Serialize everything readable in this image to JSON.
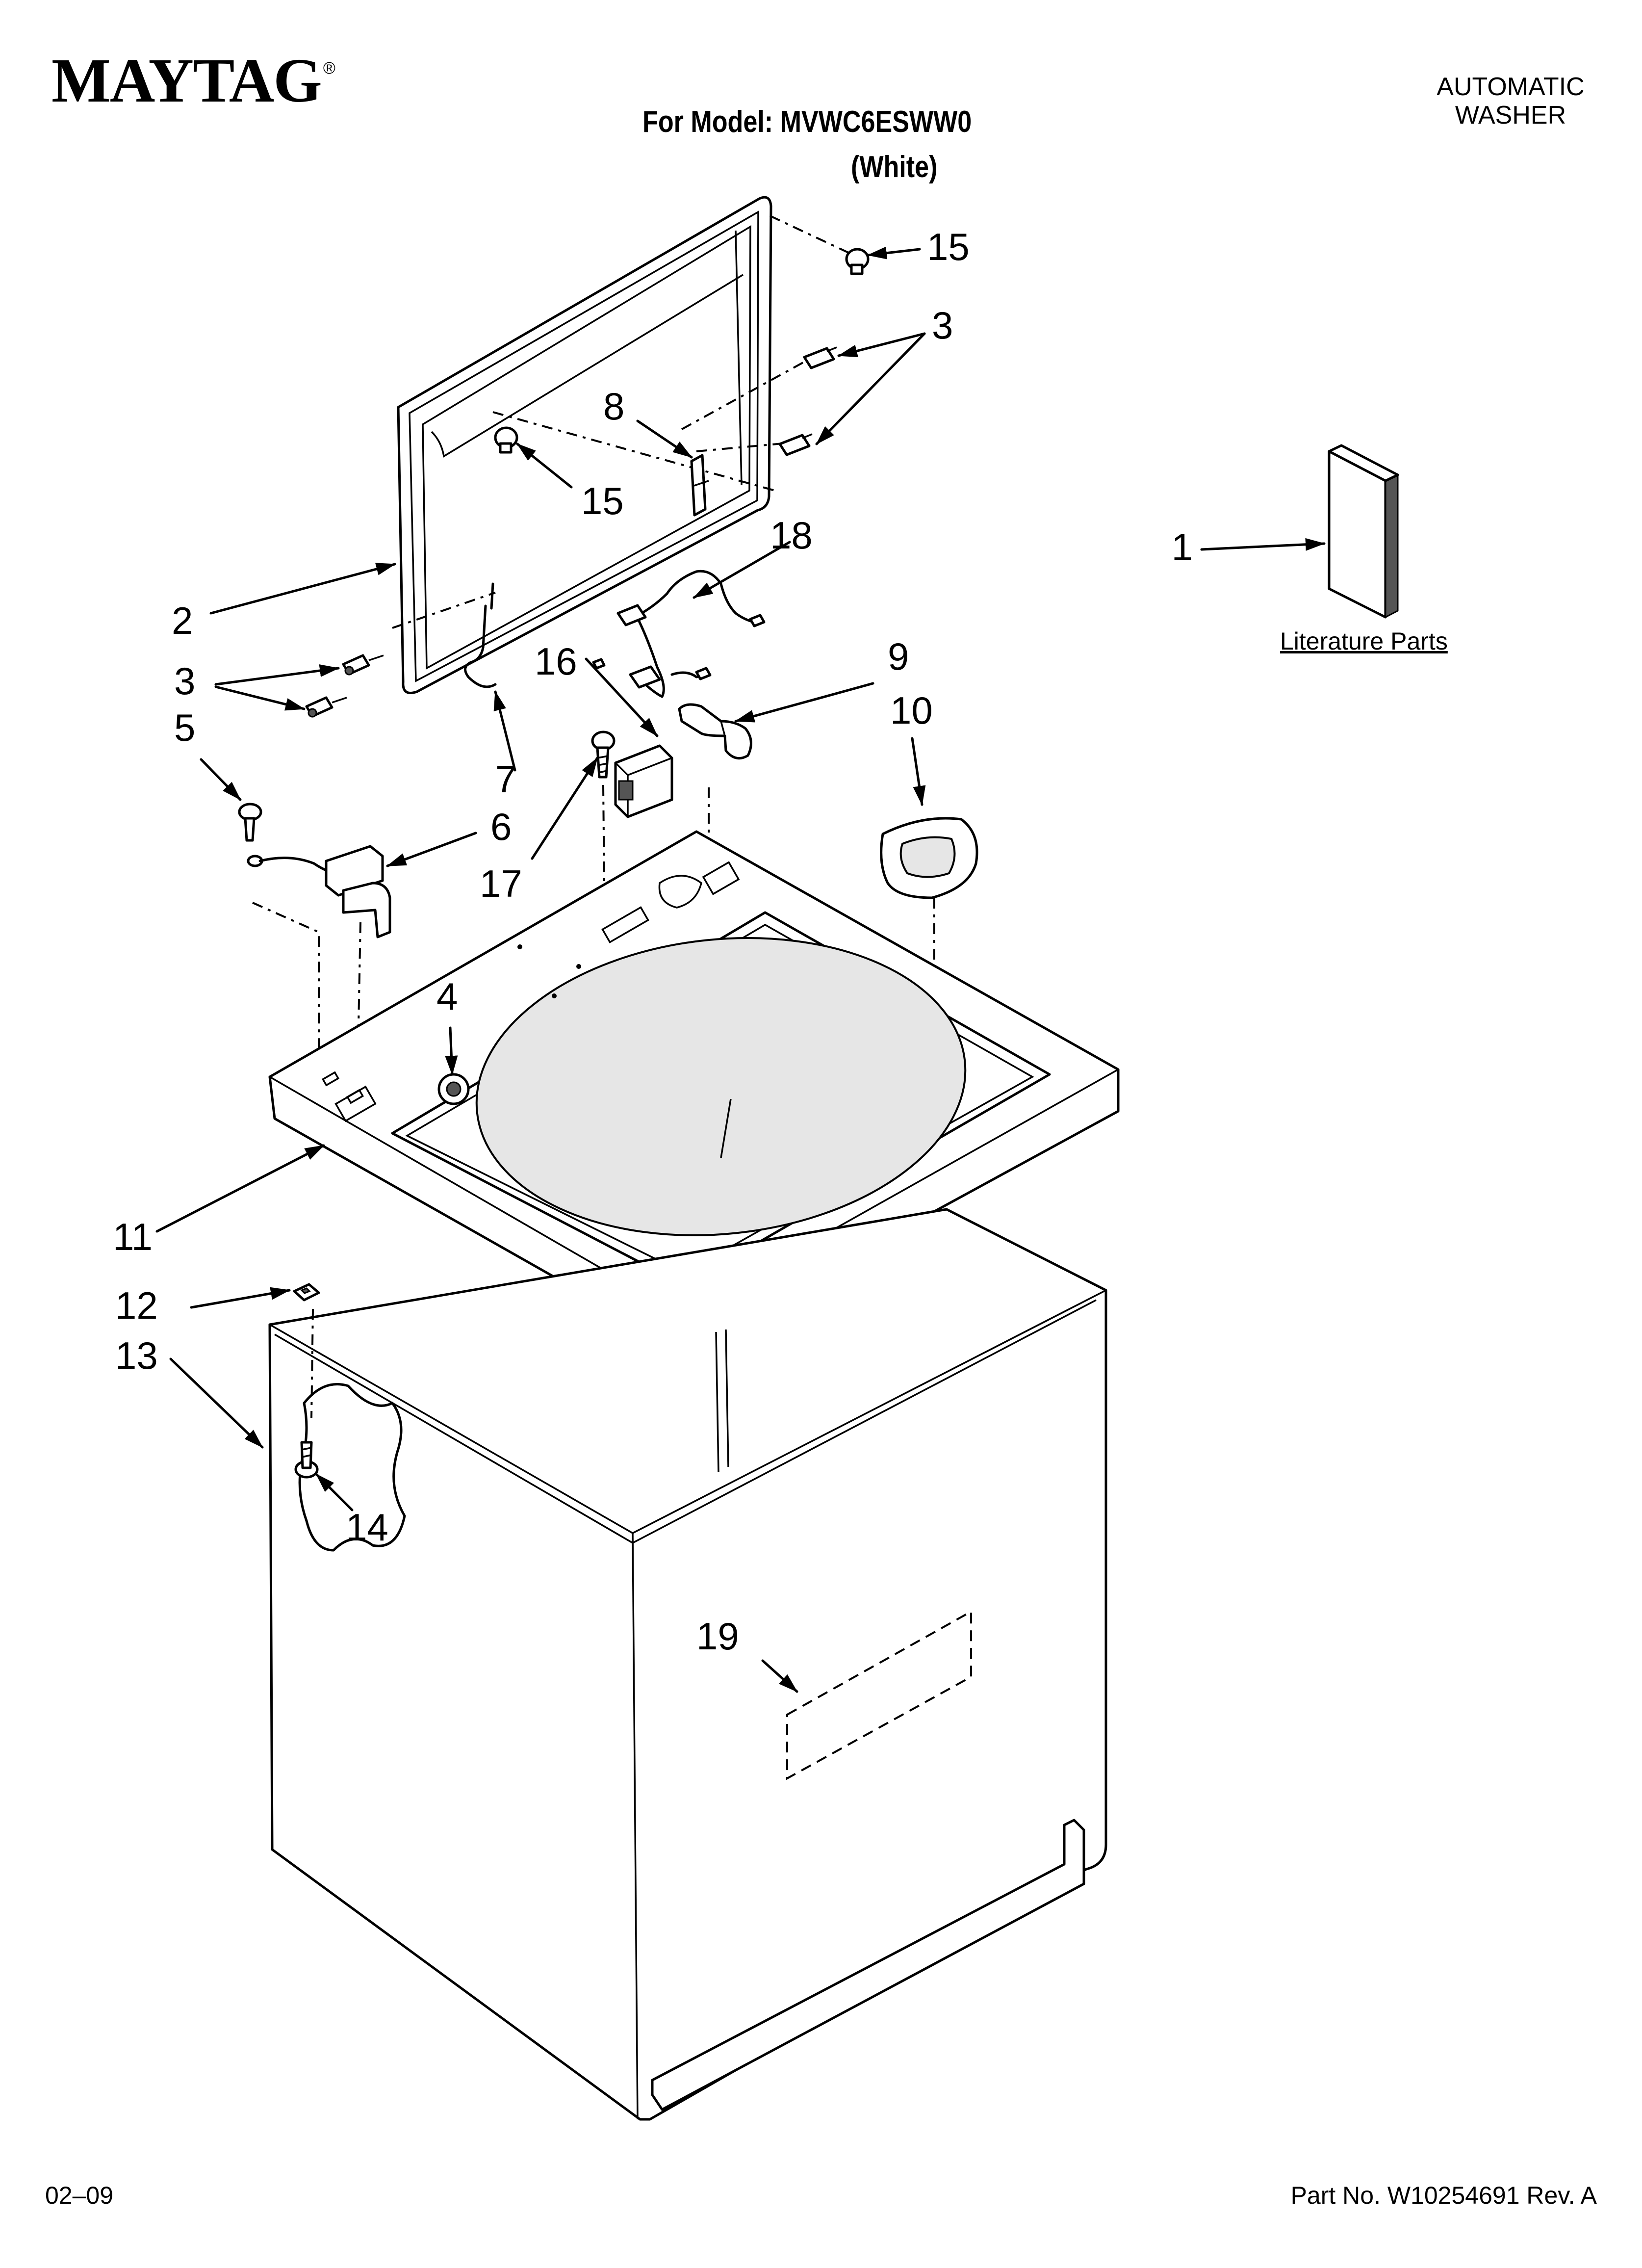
{
  "header": {
    "brand": "MAYTAG",
    "brand_mark": "®",
    "model_line": "For Model: MVWC6ESWW0",
    "color_line": "(White)",
    "product_type_line1": "AUTOMATIC",
    "product_type_line2": "WASHER"
  },
  "literature": {
    "label": "Literature Parts"
  },
  "callouts": [
    "1",
    "2",
    "3",
    "3",
    "4",
    "5",
    "6",
    "7",
    "8",
    "9",
    "10",
    "11",
    "12",
    "13",
    "14",
    "15",
    "15",
    "16",
    "17",
    "18",
    "19"
  ],
  "footer": {
    "date": "02–09",
    "part_number": "Part No. W10254691 Rev. A"
  }
}
